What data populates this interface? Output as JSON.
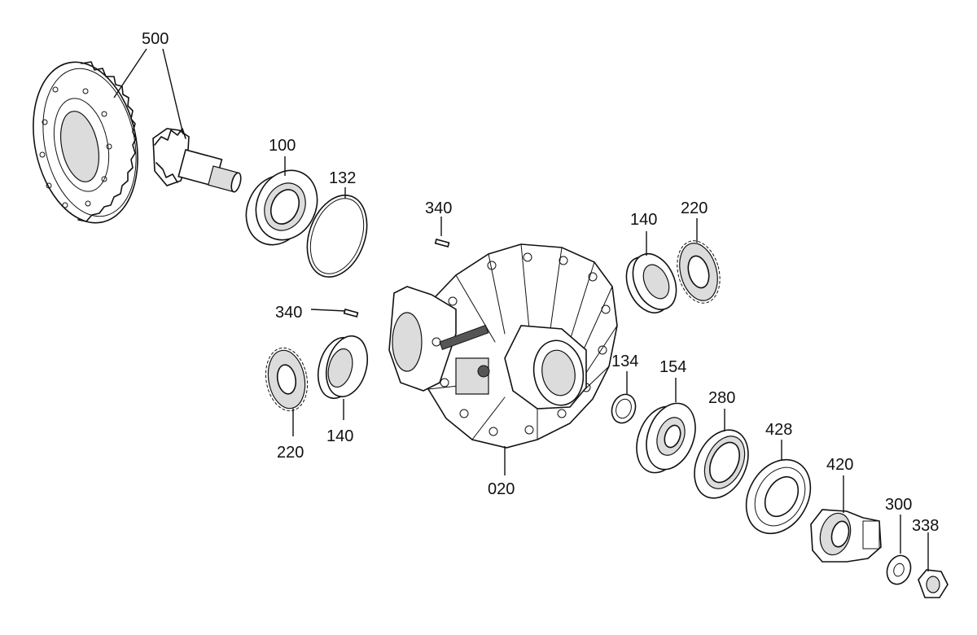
{
  "parts": [
    {
      "id": "p500",
      "label": "500",
      "name": "crown-wheel-and-pinion"
    },
    {
      "id": "p100",
      "label": "100",
      "name": "tapered-roller-bearing"
    },
    {
      "id": "p132",
      "label": "132",
      "name": "retaining-ring"
    },
    {
      "id": "p340a",
      "label": "340",
      "name": "pin-upper"
    },
    {
      "id": "p340b",
      "label": "340",
      "name": "pin-lower"
    },
    {
      "id": "p140a",
      "label": "140",
      "name": "bearing-right"
    },
    {
      "id": "p220a",
      "label": "220",
      "name": "gear-disc-right"
    },
    {
      "id": "p220b",
      "label": "220",
      "name": "gear-disc-left"
    },
    {
      "id": "p140b",
      "label": "140",
      "name": "bearing-left"
    },
    {
      "id": "p020",
      "label": "020",
      "name": "differential-housing"
    },
    {
      "id": "p134",
      "label": "134",
      "name": "small-ring"
    },
    {
      "id": "p154",
      "label": "154",
      "name": "roller-bearing"
    },
    {
      "id": "p280",
      "label": "280",
      "name": "shaft-seal"
    },
    {
      "id": "p428",
      "label": "428",
      "name": "cover-ring"
    },
    {
      "id": "p420",
      "label": "420",
      "name": "output-flange"
    },
    {
      "id": "p300",
      "label": "300",
      "name": "washer"
    },
    {
      "id": "p338",
      "label": "338",
      "name": "hex-nut"
    }
  ]
}
